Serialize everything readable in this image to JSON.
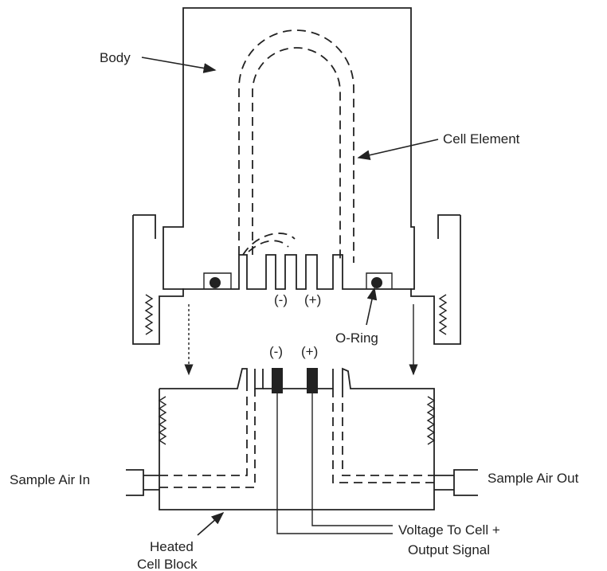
{
  "labels": {
    "body": "Body",
    "cell_element": "Cell Element",
    "o_ring": "O-Ring",
    "neg": "(-)",
    "pos": "(+)",
    "sample_air_in": "Sample Air In",
    "sample_air_out": "Sample Air Out",
    "voltage_line1": "Voltage To Cell +",
    "voltage_line2": "Output Signal",
    "heated_line1": "Heated",
    "heated_line2": "Cell Block"
  },
  "colors": {
    "line": "#222222",
    "background": "#ffffff"
  }
}
